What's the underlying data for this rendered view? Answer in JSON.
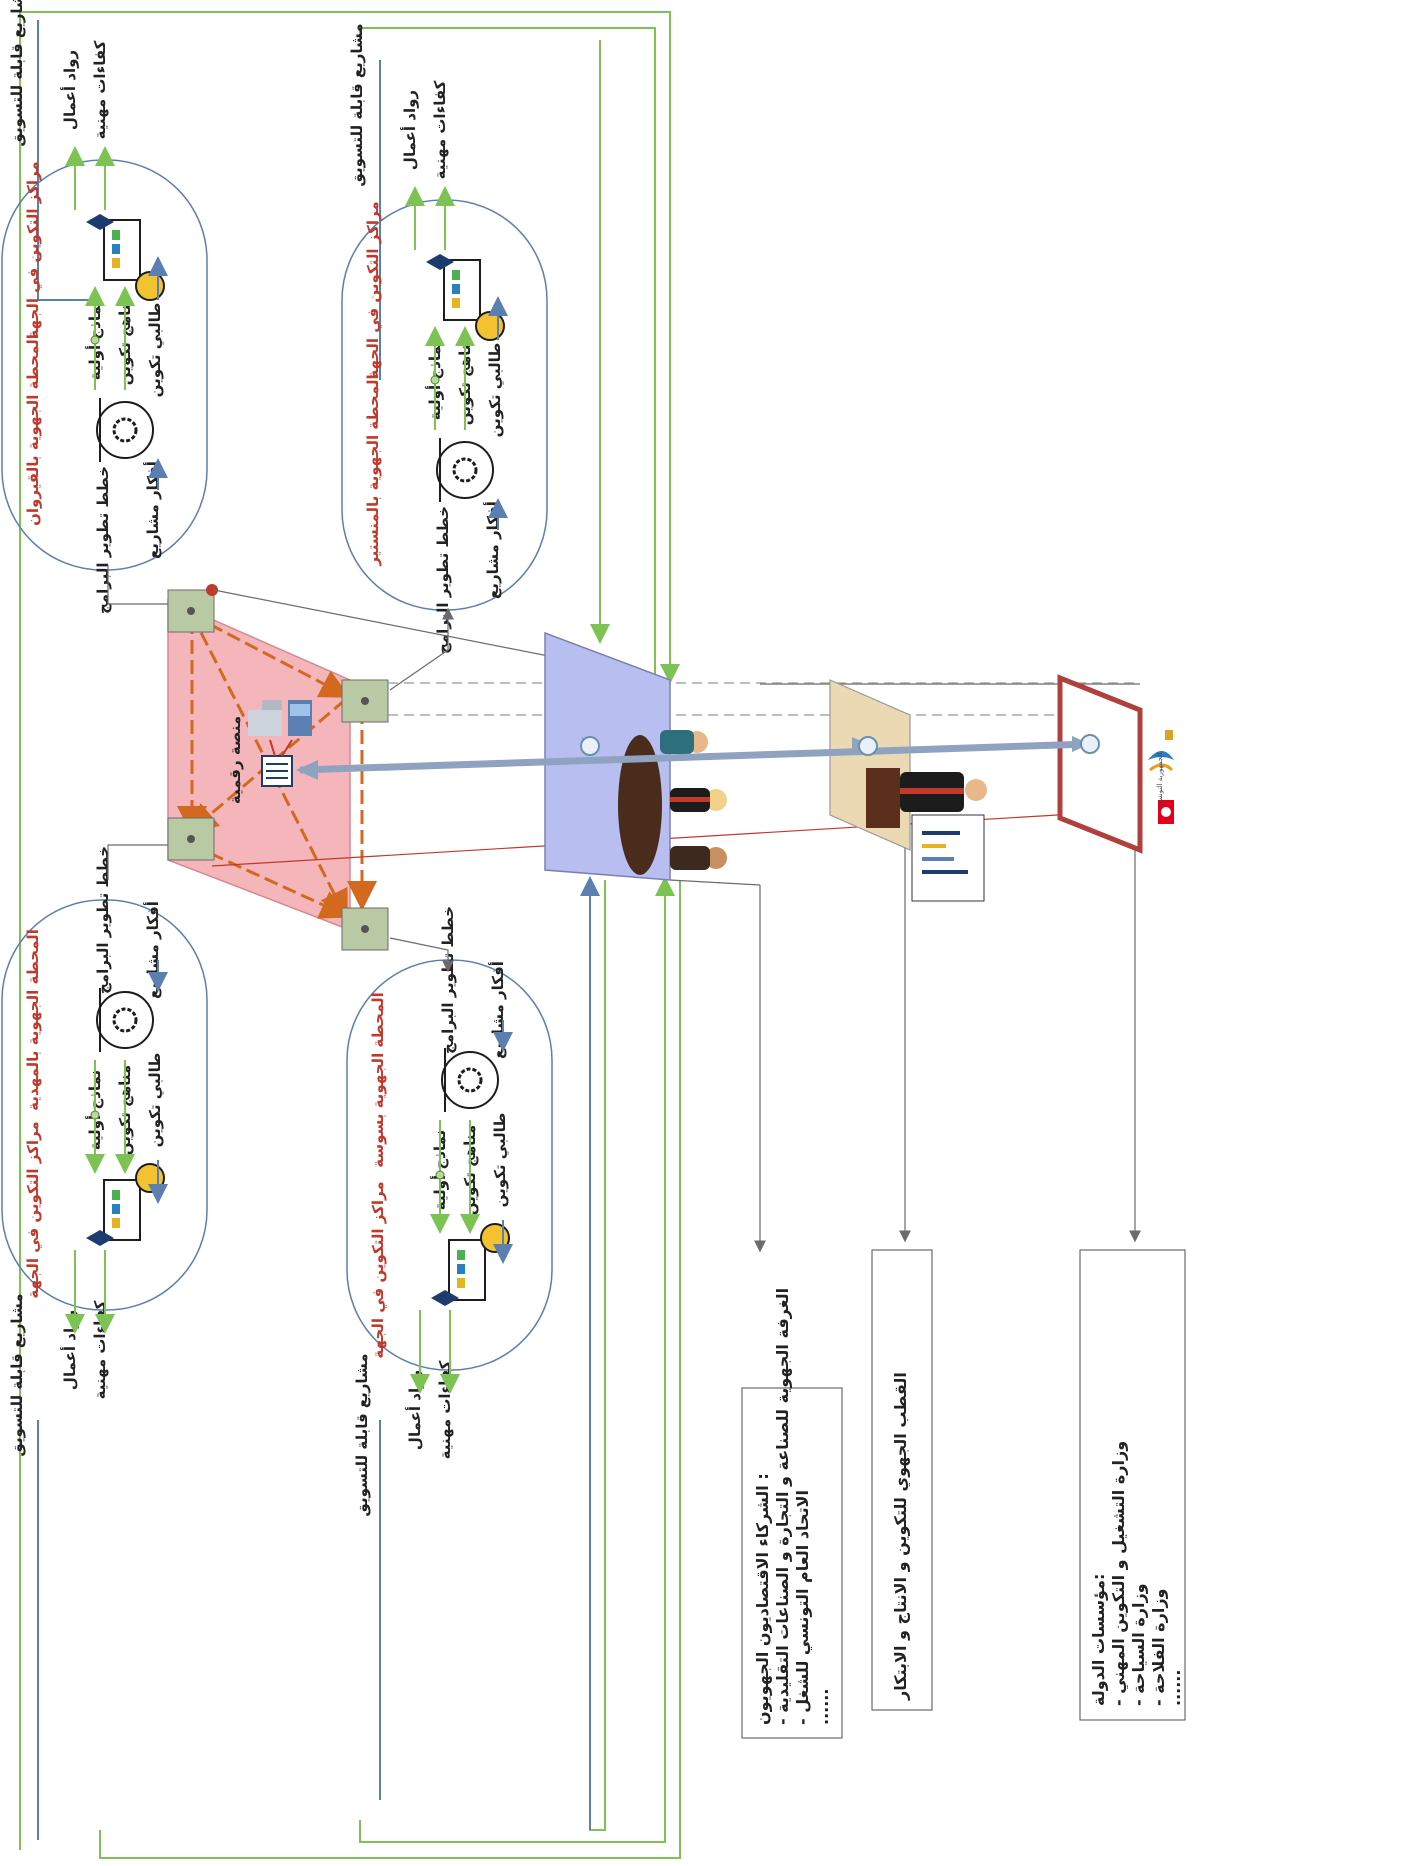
{
  "colors": {
    "green_line": "#7cc354",
    "blue_line": "#5b7fb0",
    "grey_line": "#6b6b6b",
    "platform_pink": "#f4b6bb",
    "central_blue": "#b8bff0",
    "regional_beige": "#ead9b2",
    "ministry_frame": "#b0403c",
    "node_green": "#b9c9a3",
    "orange_arrow": "#d2691e",
    "label_red": "#c0392b"
  },
  "platform": {
    "label": "منصة رقمية",
    "icons": [
      "server-icon",
      "computer-icon",
      "database-icon"
    ]
  },
  "regions": [
    {
      "id": "top-left",
      "agency_label": "المحطة الجهوية بالقيروان",
      "center_label": "مراكز التكوين في الجهة",
      "inputs": [
        "أفكار مشاريع",
        "خطط تطوير البرامج"
      ],
      "flows": [
        "طالبي تكوين",
        "مناهج تكوين",
        "نماذج أولية"
      ],
      "outputs": [
        "كفاءات مهنية",
        "رواد أعمال",
        "مشاريع قابلة للتسويق"
      ]
    },
    {
      "id": "top-right",
      "agency_label": "المحطة الجهوية بالمنستير",
      "center_label": "مراكز التكوين في الجهة",
      "inputs": [
        "أفكار مشاريع",
        "خطط تطوير البرامج"
      ],
      "flows": [
        "طالبي تكوين",
        "مناهج تكوين",
        "نماذج أولية"
      ],
      "outputs": [
        "كفاءات مهنية",
        "رواد أعمال",
        "مشاريع قابلة للتسويق"
      ]
    },
    {
      "id": "bottom-left",
      "agency_label": "المحطة الجهوية بالمهدية",
      "center_label": "مراكز التكوين في الجهة",
      "inputs": [
        "أفكار مشاريع",
        "خطط تطوير البرامج"
      ],
      "flows": [
        "طالبي تكوين",
        "مناهج تكوين",
        "نماذج أولية"
      ],
      "outputs": [
        "كفاءات مهنية",
        "رواد أعمال",
        "مشاريع قابلة للتسويق"
      ]
    },
    {
      "id": "bottom-right",
      "agency_label": "المحطة الجهوية بسوسة",
      "center_label": "مراكز التكوين في الجهة",
      "inputs": [
        "أفكار مشاريع",
        "خطط تطوير البرامج"
      ],
      "flows": [
        "طالبي تكوين",
        "مناهج تكوين",
        "نماذج أولية"
      ],
      "outputs": [
        "كفاءات مهنية",
        "رواد أعمال",
        "مشاريع قابلة للتسويق"
      ]
    }
  ],
  "info_boxes": {
    "partners": {
      "lines": [
        "الشركاء الاقتصاديون الجهويون :",
        "- الغرفة الجهوية للصناعة و التجارة و الصناعات التقليدية",
        "- الاتحاد العام التونسي للشغل",
        "......"
      ]
    },
    "regional_hub": {
      "lines": [
        "القطب الجهوي للتكوين و الانتاج و الابتكار"
      ]
    },
    "ministries": {
      "lines": [
        "مؤسسات الدولة:",
        "- وزارة التشغيل و التكوين المهني",
        "- وزارة السياحة",
        "- وزارة الفلاحة",
        "......"
      ]
    }
  },
  "logo": {
    "text": "الجمهورية التونسية"
  }
}
